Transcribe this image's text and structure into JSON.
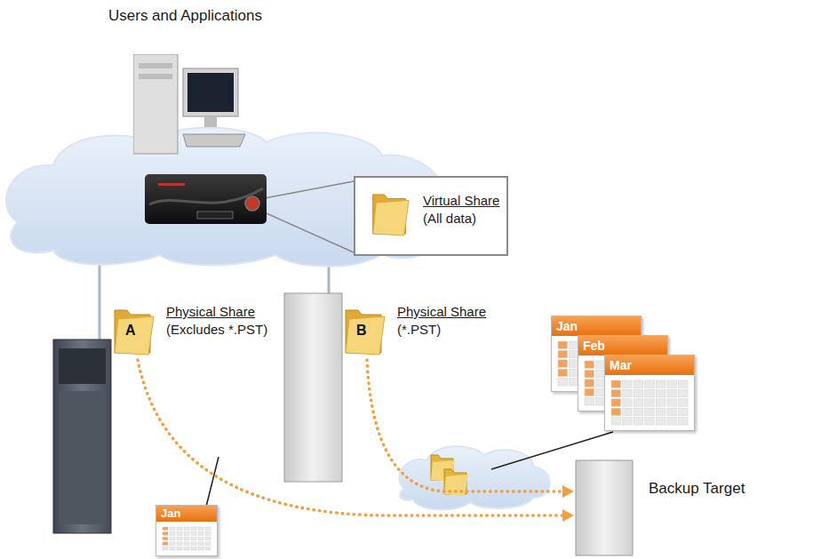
{
  "diagram": {
    "nodes": [
      {
        "text": [
          "Users and Applications"
        ]
      },
      {
        "text": [
          "Virtual Share",
          "(All data)"
        ]
      },
      {
        "text": [
          "A",
          "Physical Share",
          "(Excludes *.PST)"
        ]
      },
      {
        "text": [
          "B",
          "Physical Share",
          "(*.PST)"
        ]
      },
      {
        "text": [
          "Backup Target"
        ]
      }
    ],
    "edges": [
      {
        "from": 2,
        "to": 4,
        "arrow": "to"
      },
      {
        "from": 3,
        "to": 4,
        "arrow": "to"
      }
    ],
    "labels": [
      "Jan",
      "Feb",
      "Mar",
      "Jan"
    ]
  }
}
